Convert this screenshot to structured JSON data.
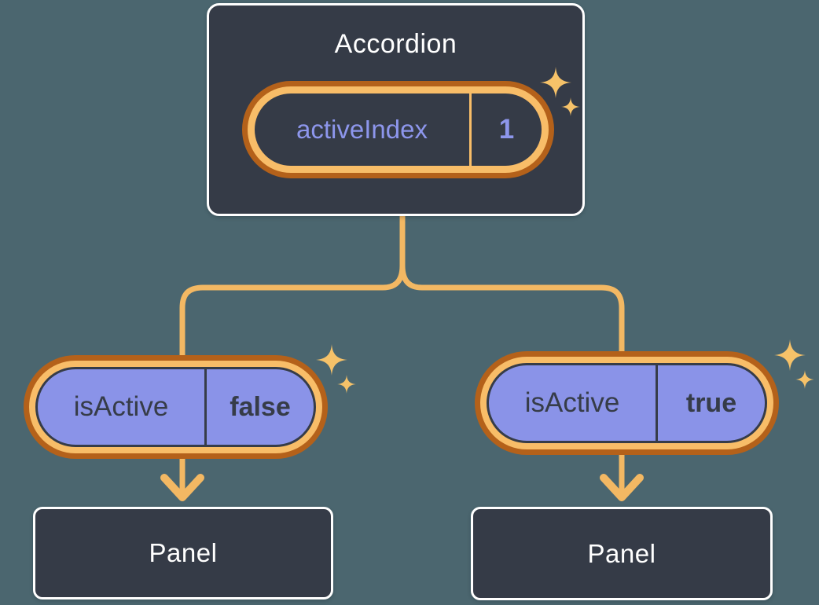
{
  "root": {
    "title": "Accordion",
    "state_name": "activeIndex",
    "state_value": "1"
  },
  "branches": {
    "left": {
      "prop_name": "isActive",
      "prop_value": "false",
      "panel_label": "Panel"
    },
    "right": {
      "prop_name": "isActive",
      "prop_value": "true",
      "panel_label": "Panel"
    }
  },
  "icons": {
    "sparkle": "sparkle-icon",
    "arrow": "arrow-down-icon",
    "sparkle_glyph": "✦"
  },
  "colors": {
    "background": "#4b666f",
    "node_background": "#353b47",
    "node_border": "#ffffff",
    "pill_ring_outer": "#b4611a",
    "pill_ring_inner": "#f8bd68",
    "purple_fill": "#8a93e8",
    "purple_text": "#8d96ec",
    "dark_text": "#363c48",
    "connector": "#f3b863",
    "sparkle": "#f6c269",
    "light_text": "#ffffff"
  }
}
